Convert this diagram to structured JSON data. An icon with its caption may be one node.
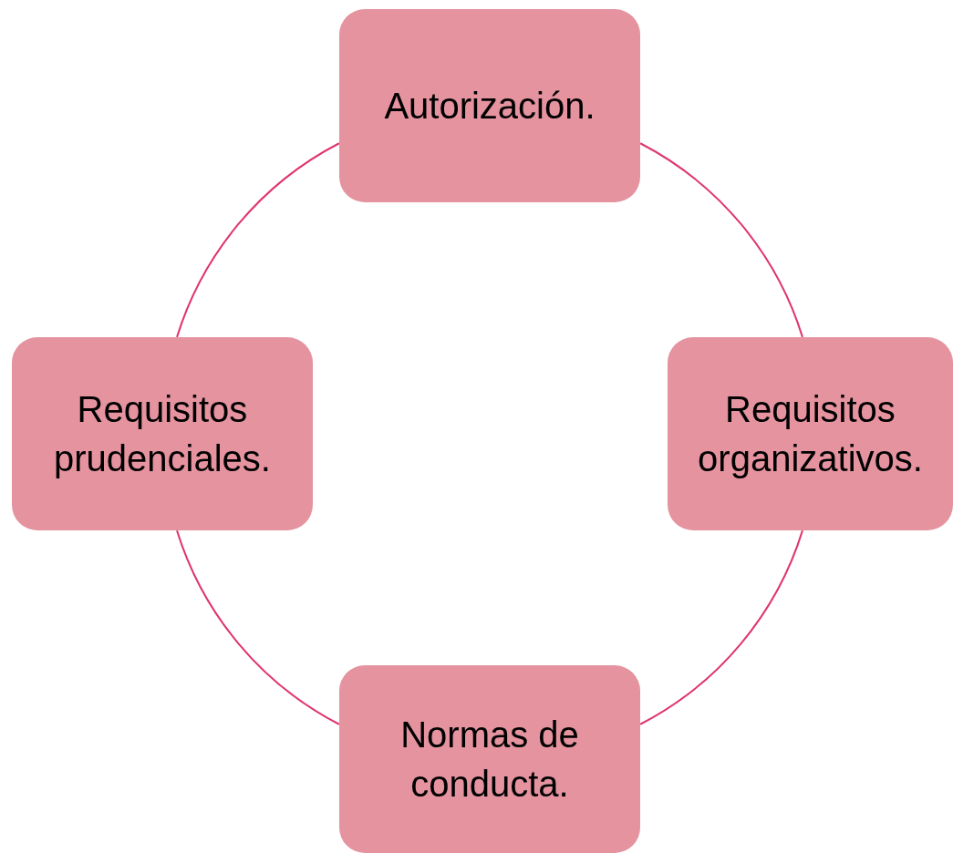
{
  "diagram": {
    "nodes": [
      {
        "text": [
          "Autorización."
        ]
      },
      {
        "text": [
          "Requisitos organizativos."
        ]
      },
      {
        "text": [
          "Normas de conducta."
        ]
      },
      {
        "text": [
          "Requisitos prudenciales."
        ]
      }
    ],
    "edges": [
      {
        "from": 0,
        "to": 1,
        "arrow": "none"
      },
      {
        "from": 1,
        "to": 2,
        "arrow": "none"
      },
      {
        "from": 2,
        "to": 3,
        "arrow": "none"
      },
      {
        "from": 3,
        "to": 0,
        "arrow": "none"
      }
    ]
  }
}
